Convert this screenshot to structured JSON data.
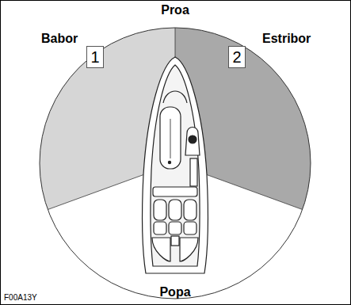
{
  "diagram": {
    "nodes": [
      {
        "text": [
          "1"
        ]
      },
      {
        "text": [
          "2"
        ]
      }
    ],
    "labels": [
      "Proa",
      "Babor",
      "Estribor",
      "Popa",
      "F00A13Y"
    ]
  }
}
